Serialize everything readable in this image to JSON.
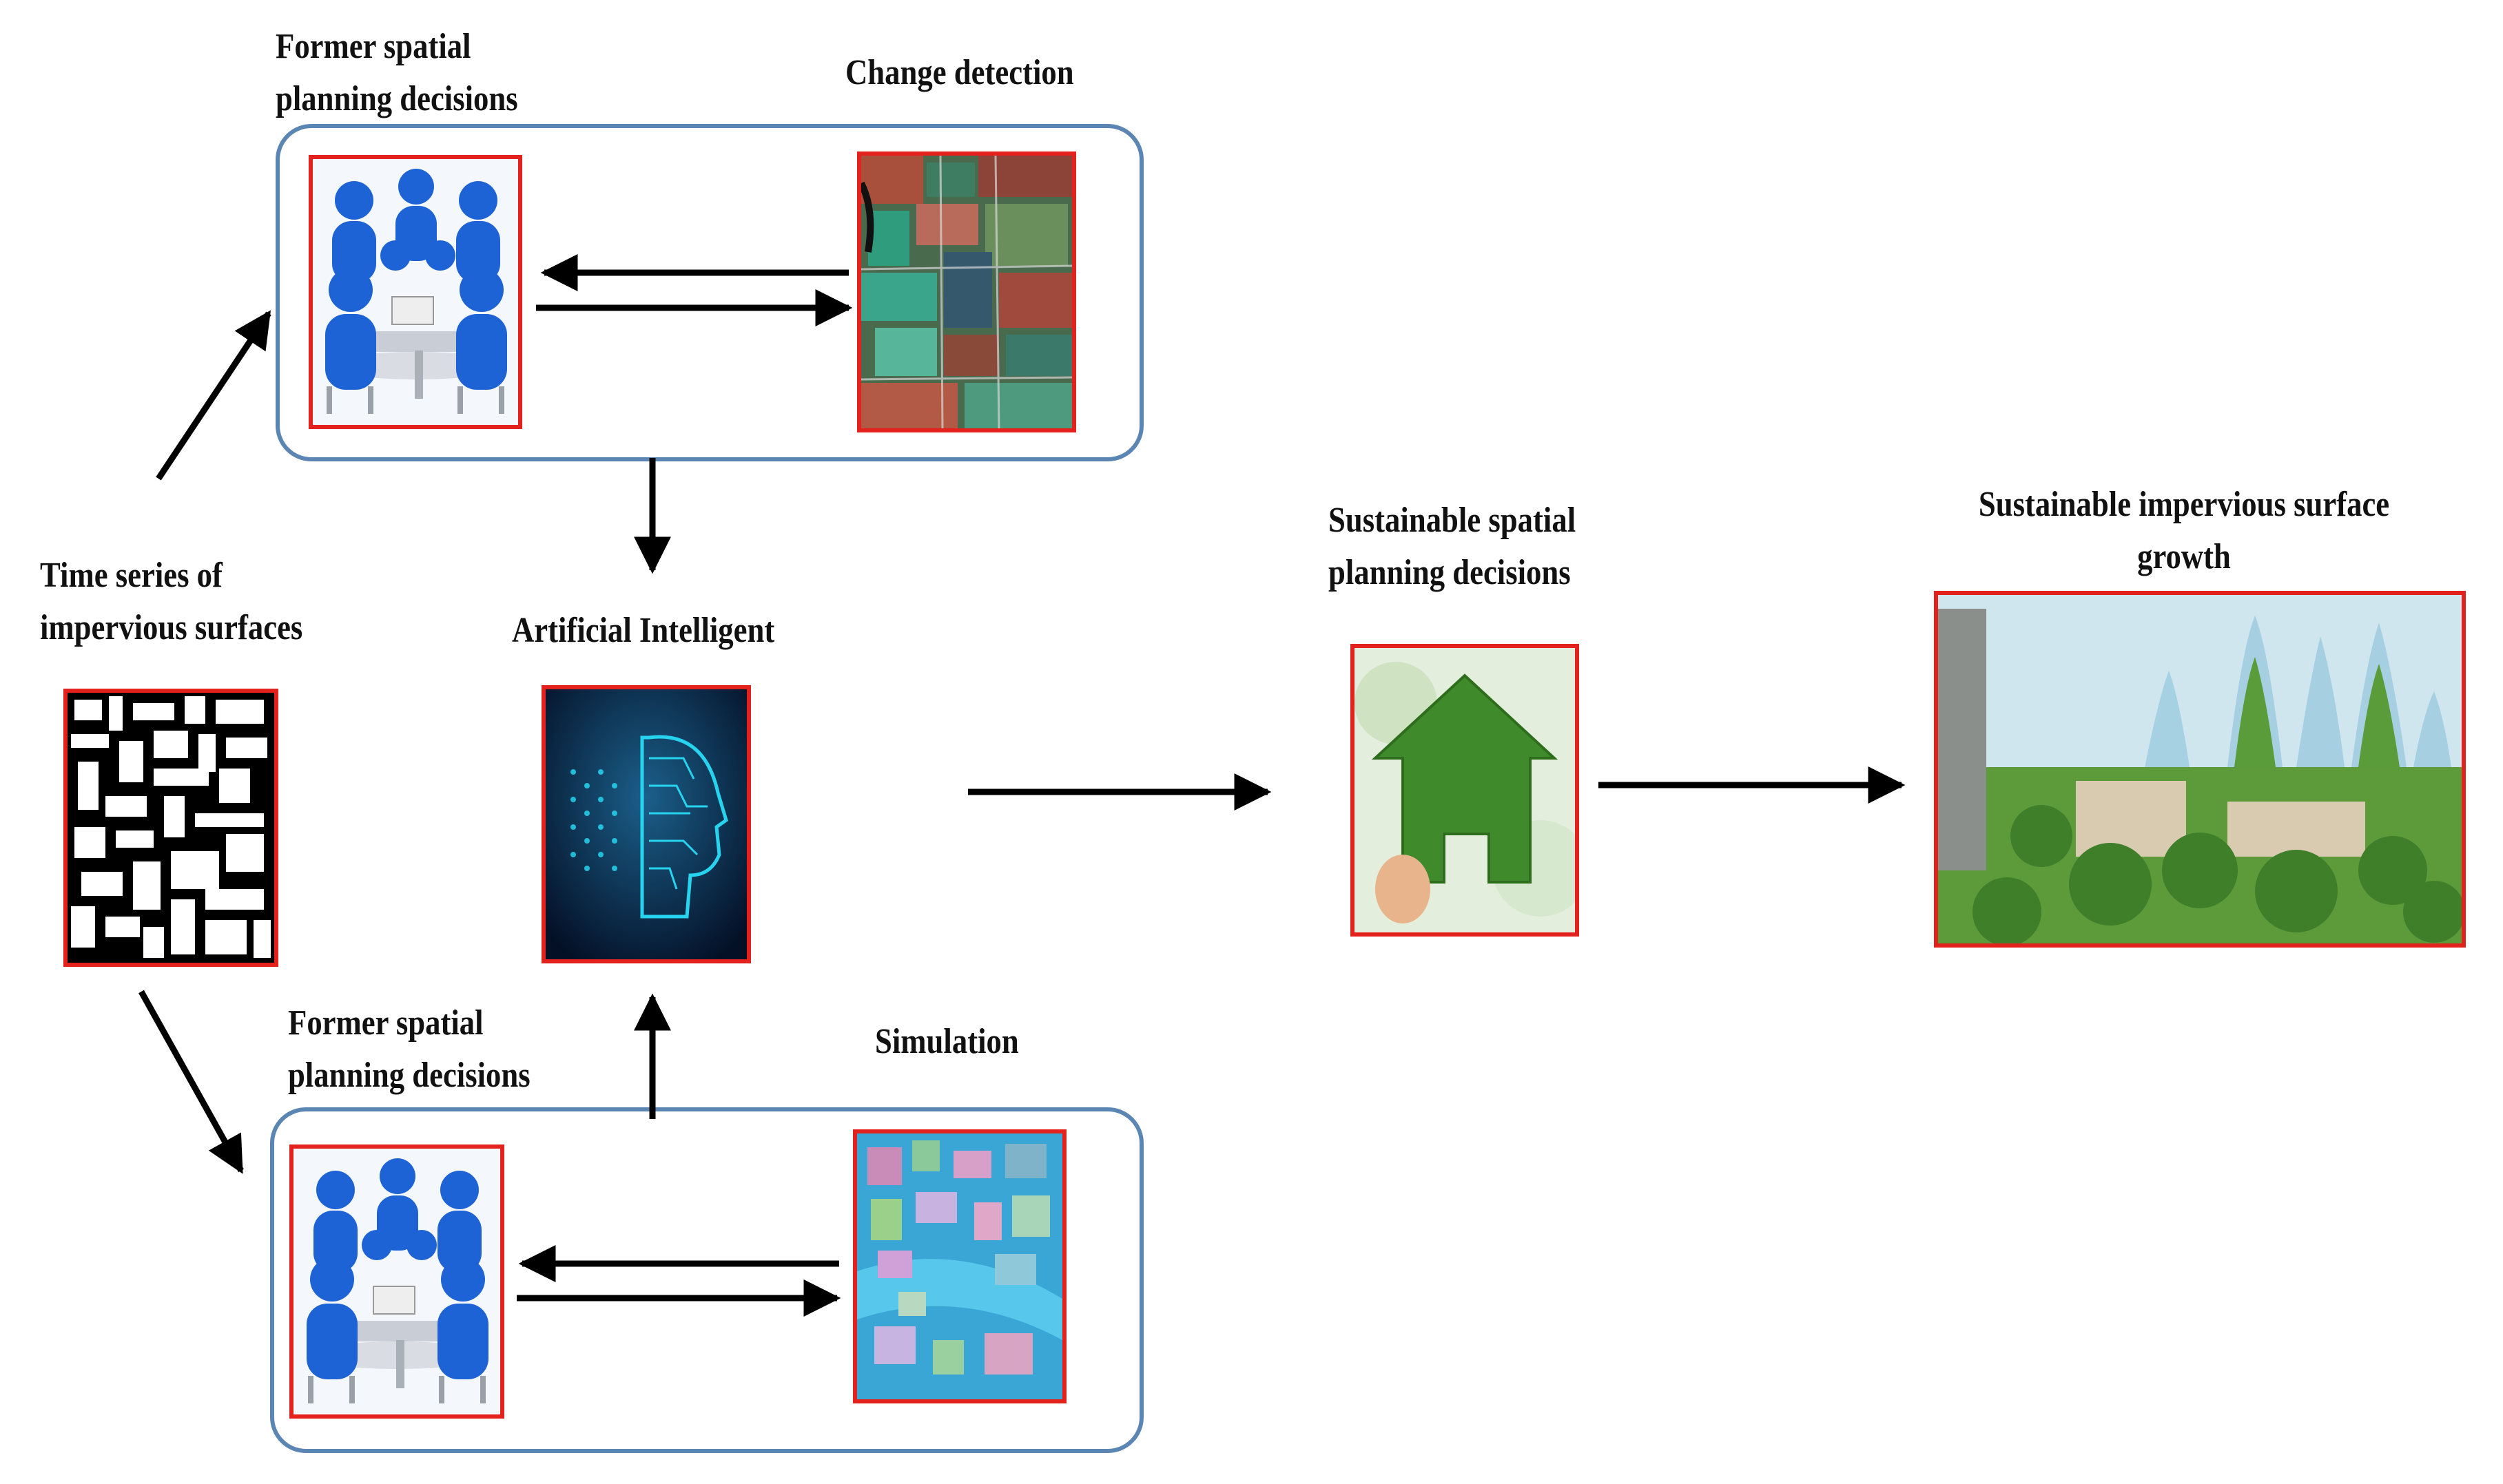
{
  "labels": {
    "former_top": [
      "Former spatial",
      "planning decisions"
    ],
    "change_detection": "Change detection",
    "time_series": [
      "Time series of",
      "impervious surfaces"
    ],
    "ai": "Artificial Intelligent",
    "former_bottom": [
      "Former spatial",
      "planning decisions"
    ],
    "simulation": "Simulation",
    "sustainable_spatial": [
      "Sustainable spatial",
      "planning decisions"
    ],
    "sustainable_growth": [
      "Sustainable impervious surface",
      "growth"
    ]
  },
  "colors": {
    "group_border": "#5b86b3",
    "image_border": "#e3211d",
    "arrow": "#000000",
    "person_blue": "#1e63d6",
    "ai_cyan": "#26d4ef",
    "house_green": "#3f8a2a"
  },
  "icons": {
    "meeting": "people-at-table-icon",
    "change": "satellite-map-icon",
    "timeseries": "binary-map-icon",
    "ai": "ai-head-icon",
    "simulation": "3d-city-model-icon",
    "house": "green-house-icon",
    "city": "green-city-icon"
  }
}
